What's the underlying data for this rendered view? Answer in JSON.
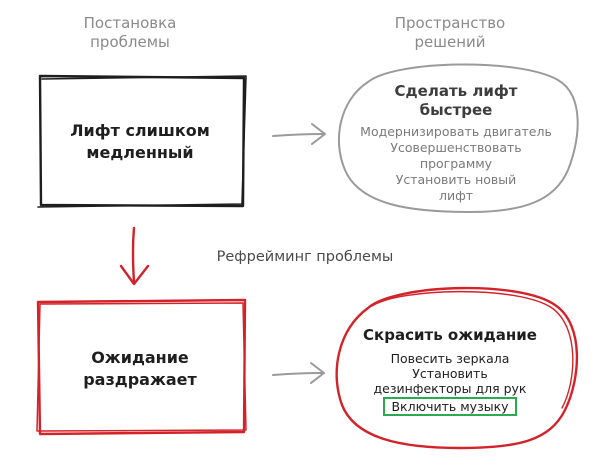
{
  "headings": {
    "problem": [
      "Постановка",
      "проблемы"
    ],
    "solutions": [
      "Пространство",
      "решений"
    ]
  },
  "problem_box": {
    "lines": [
      "Лифт слишком",
      "медленный"
    ]
  },
  "solution_cloud": {
    "title": [
      "Сделать лифт",
      "быстрее"
    ],
    "items": [
      "Модернизировать двигатель",
      "Усовершенствовать",
      "программу",
      "Установить новый",
      "лифт"
    ]
  },
  "reframe_label": "Рефрейминг проблемы",
  "reframed_box": {
    "lines": [
      "Ожидание",
      "раздражает"
    ]
  },
  "new_solution_cloud": {
    "title": "Скрасить ожидание",
    "items": [
      "Повесить зеркала",
      "Установить",
      "дезинфекторы для рук"
    ],
    "highlighted_item": "Включить музыку"
  },
  "colors": {
    "ink": "#1e1e1e",
    "gray": "#8a8a8a",
    "red": "#d2232a",
    "highlight": "#2bab4f"
  }
}
